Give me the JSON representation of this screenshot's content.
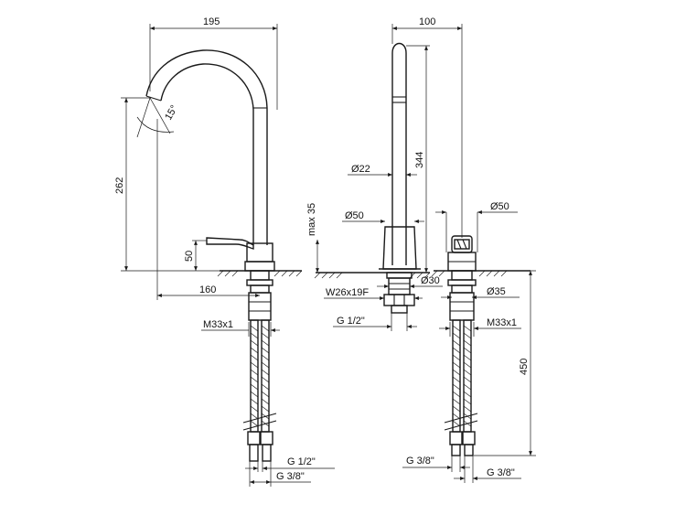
{
  "drawing": {
    "side_view": {
      "width_195": "195",
      "height_262": "262",
      "lever_50": "50",
      "reach_160": "160",
      "angle_15": "15°",
      "thread_m33": "M33x1",
      "conn_half": "G 1/2\"",
      "conn_3_8": "G 3/8\""
    },
    "mid_view": {
      "width_100": "100",
      "length_344": "344",
      "dia_22": "Ø22",
      "max_35": "max 35",
      "dia_50": "Ø50",
      "nut_w26": "W26x19F",
      "dia_30": "Ø30",
      "conn_half": "G 1/2\""
    },
    "right_view": {
      "dia_50": "Ø50",
      "dia_35": "Ø35",
      "thread_m33": "M33x1",
      "hose_450": "450",
      "conn_3_8_left": "G 3/8\"",
      "conn_3_8_right": "G 3/8\""
    }
  }
}
